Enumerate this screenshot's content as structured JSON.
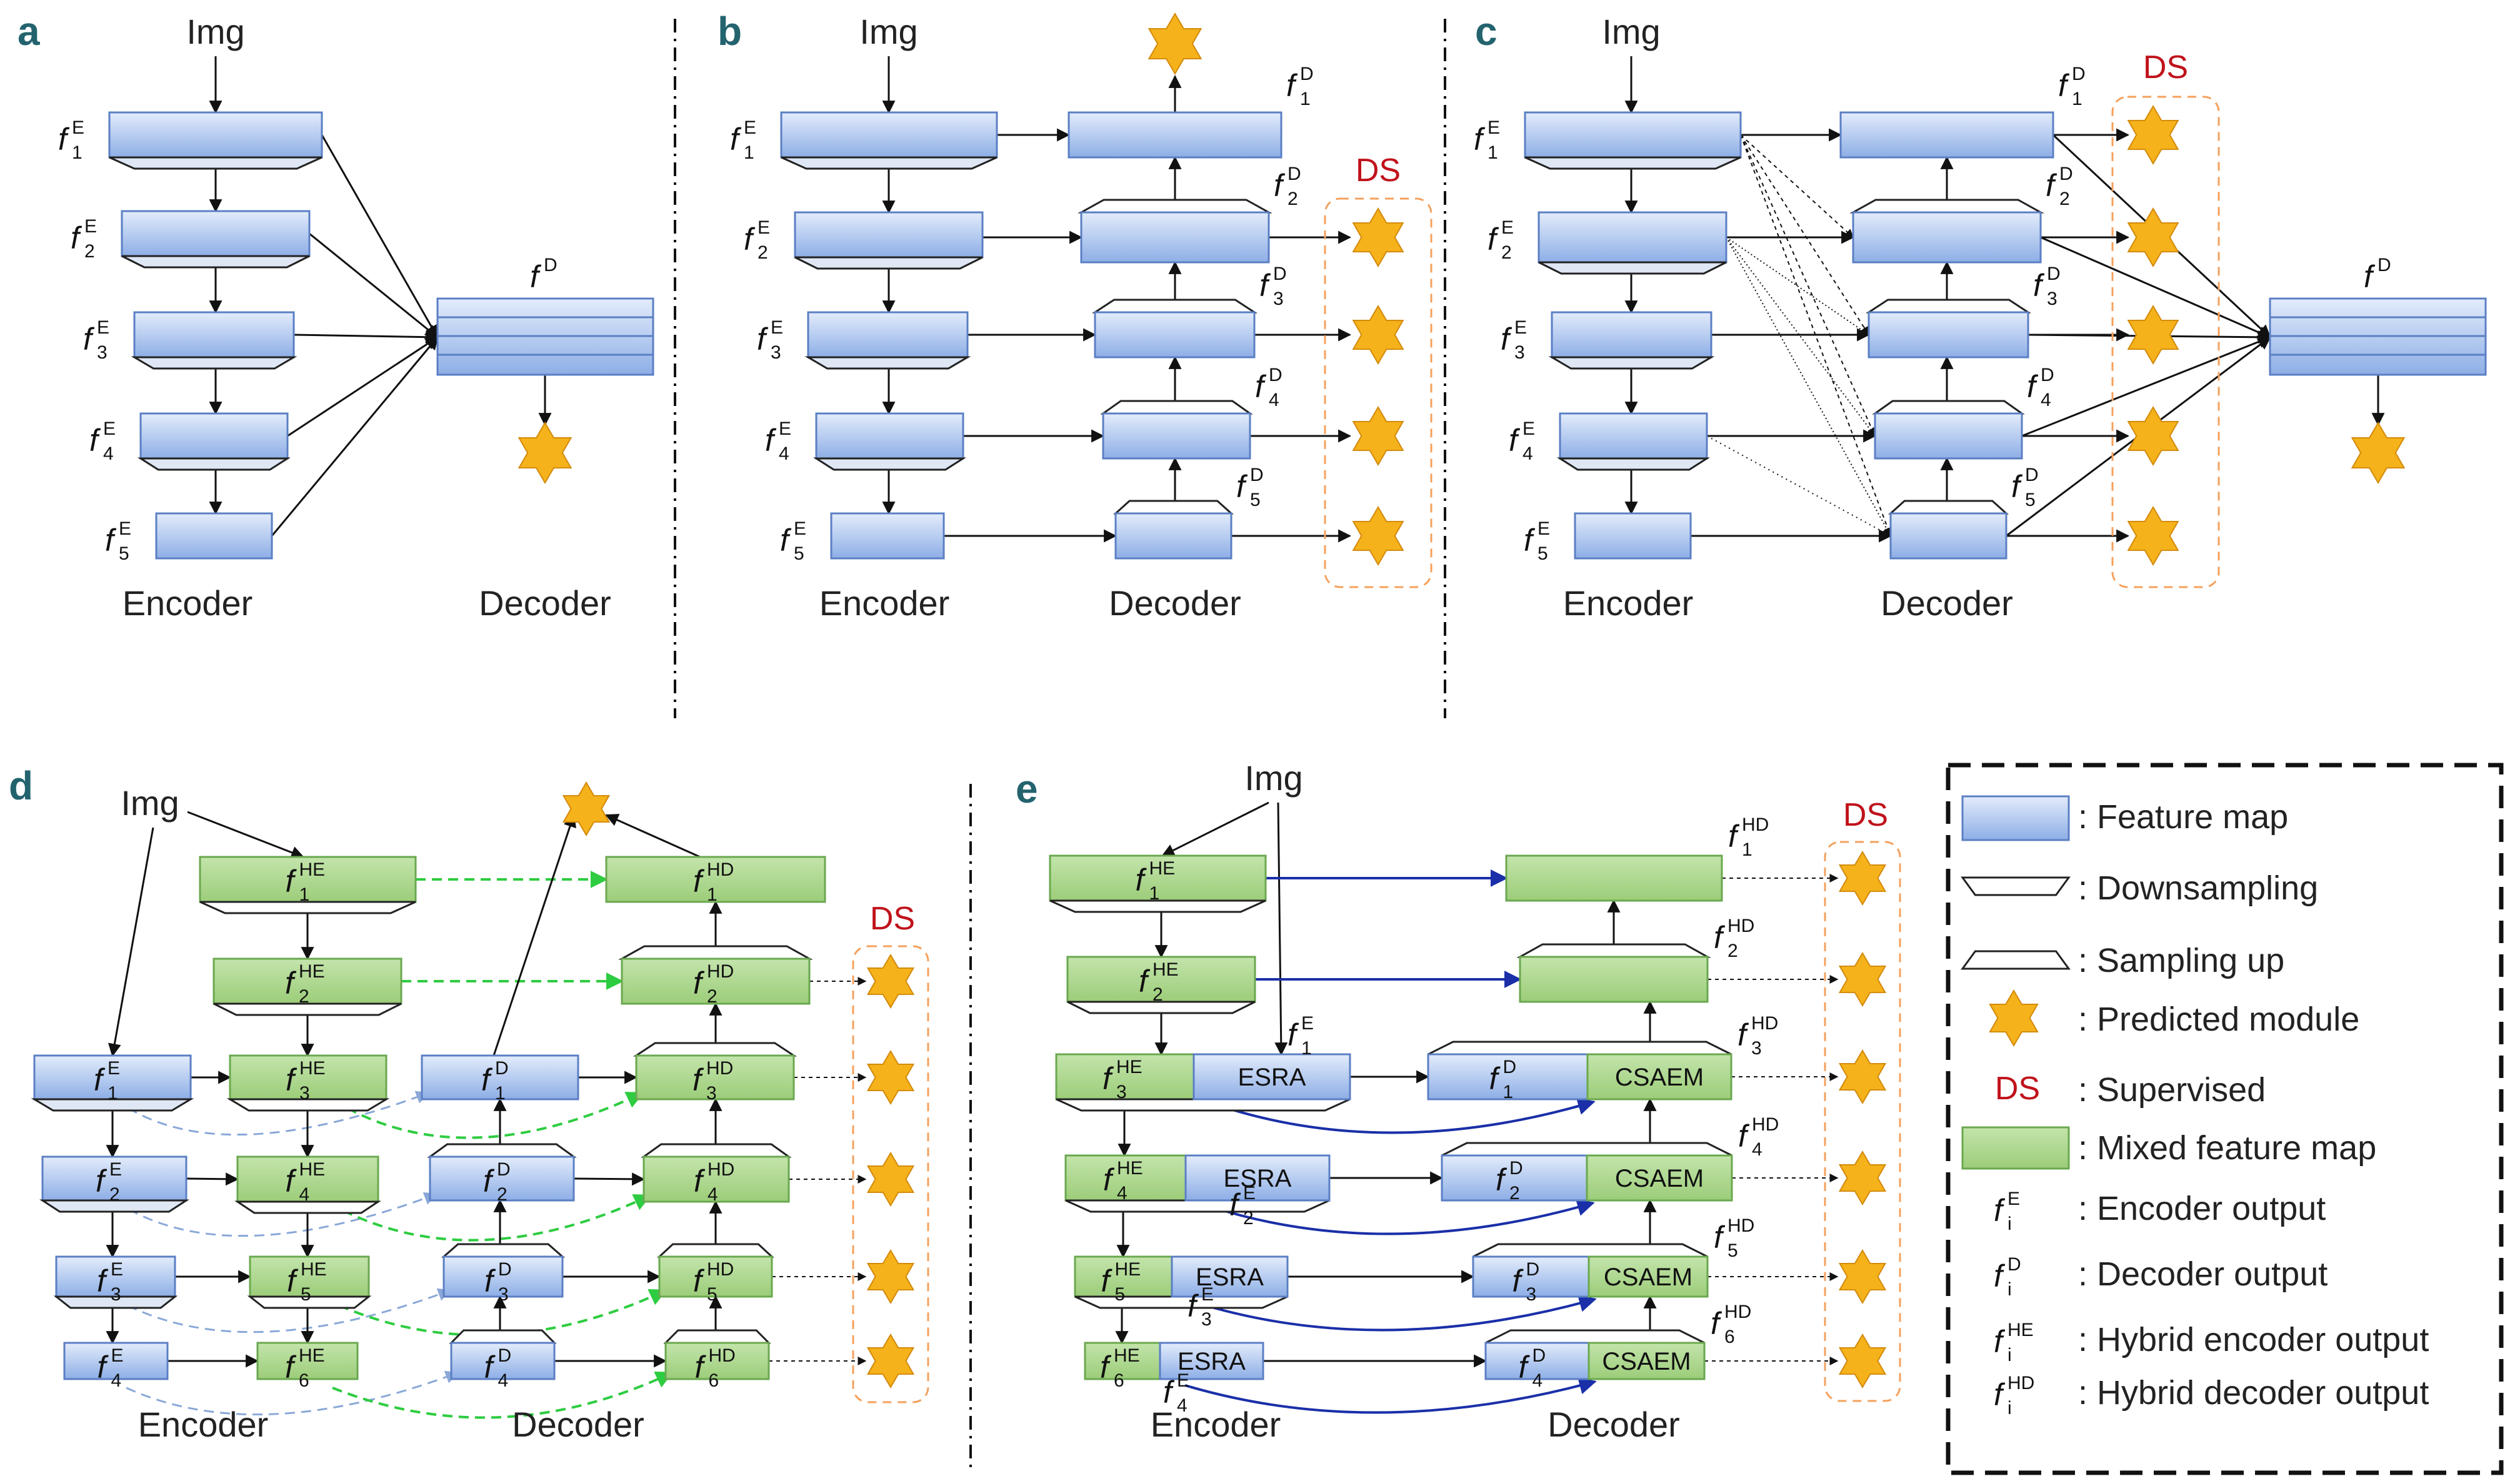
{
  "panels": {
    "a": "a",
    "b": "b",
    "c": "c",
    "d": "d",
    "e": "e"
  },
  "labels": {
    "img": "Img",
    "encoder": "Encoder",
    "decoder": "Decoder",
    "ds": "DS",
    "esra": "ESRA",
    "csaem": "CSAEM"
  },
  "symbols": {
    "f": "f",
    "E": "E",
    "D": "D",
    "HE": "HE",
    "HD": "HD",
    "i": "i"
  },
  "legend": {
    "feature_map": ": Feature map",
    "downsampling": ": Downsampling",
    "sampling_up": ": Sampling up",
    "predicted": ": Predicted module",
    "ds": "DS",
    "supervised": ": Supervised",
    "mixed": ": Mixed feature map",
    "enc_out": ": Encoder output",
    "dec_out": ": Decoder output",
    "henc_out": ": Hybrid encoder output",
    "hdec_out": ": Hybrid decoder output"
  },
  "colors": {
    "blue_top": "#dce8fb",
    "blue_bottom": "#8fb0e6",
    "blue_stroke": "#5b7fc4",
    "green_fill": "#a9d68a",
    "green_stroke": "#6aa84f",
    "star": "#f5b21a",
    "ds_box": "#f4a15d",
    "ds_text": "#c0121b",
    "panel_text": "#23636e",
    "green_arrow": "#2ecc40",
    "blue_arrow": "#1a2fa8",
    "dashed_blue": "#8aa8d8"
  }
}
